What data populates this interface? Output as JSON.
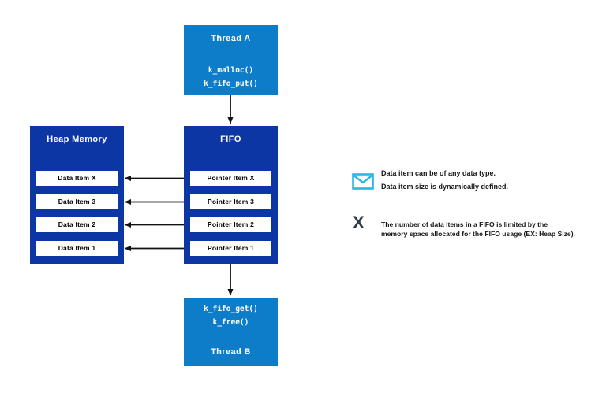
{
  "diagram": {
    "thread_a": {
      "title": "Thread A",
      "calls": [
        "k_malloc()",
        "k_fifo_put()"
      ]
    },
    "fifo": {
      "title": "FIFO",
      "items": [
        "Pointer Item X",
        "Pointer Item 3",
        "Pointer Item 2",
        "Pointer Item 1"
      ]
    },
    "heap": {
      "title": "Heap Memory",
      "items": [
        "Data Item X",
        "Data Item 3",
        "Data Item 2",
        "Data Item 1"
      ]
    },
    "thread_b": {
      "title": "Thread B",
      "calls": [
        "k_fifo_get()",
        "k_free()"
      ]
    }
  },
  "legend": {
    "notes": [
      {
        "icon": "envelope-icon",
        "lines": [
          "Data item can be of any data type.",
          "Data item size is dynamically defined."
        ]
      },
      {
        "icon": "x-icon",
        "symbol": "X",
        "lines": [
          "The number of data items in a FIFO is limited by the",
          "memory space allocated for the FIFO usage (EX: Heap Size)."
        ]
      }
    ]
  },
  "colors": {
    "thread_box": "#0d7cc9",
    "memory_box": "#0c36a3",
    "item_box": "#ffffff",
    "envelope": "#29b6e8",
    "x_symbol": "#2e3a49",
    "arrow": "#111111"
  }
}
